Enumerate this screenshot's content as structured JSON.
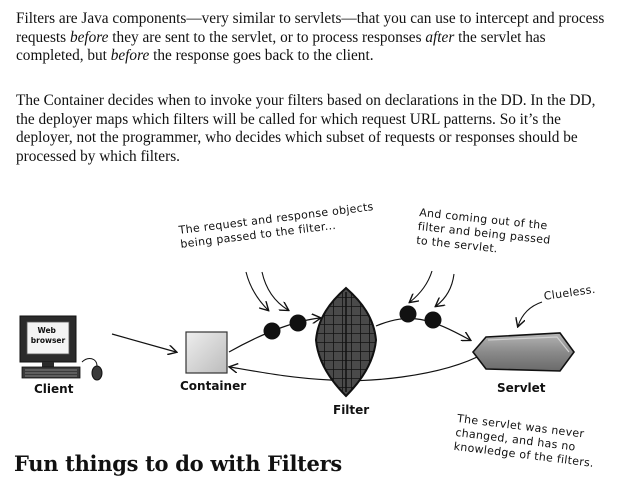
{
  "paragraphs": {
    "p1": {
      "a": "Filters are Java components—very similar to servlets—that you can use to intercept and process requests ",
      "b": "before",
      "c": " they are sent to the servlet, or to process responses ",
      "d": "after",
      "e": " the servlet has completed, but ",
      "f": "before",
      "g": " the response goes back to the client."
    },
    "p2": "The Container decides when to invoke your filters based on declarations in the DD. In the DD, the deployer maps which filters will be called for which request URL patterns. So it’s the deployer, not the programmer, who decides which subset of requests or responses should be processed by which filters."
  },
  "diagram": {
    "browser_label": "Web\nbrowser",
    "labels": {
      "client": "Client",
      "container": "Container",
      "filter": "Filter",
      "servlet": "Servlet"
    },
    "notes": {
      "request": "The request and response objects\nbeing passed to the filter...",
      "coming_out": "And coming out of the\nfilter and being passed\nto the servlet.",
      "clueless": "Clueless.",
      "servlet_unchanged": "The servlet was never\nchanged, and has no\nknowledge of the filters."
    }
  },
  "heading": "Fun things to do with Filters"
}
